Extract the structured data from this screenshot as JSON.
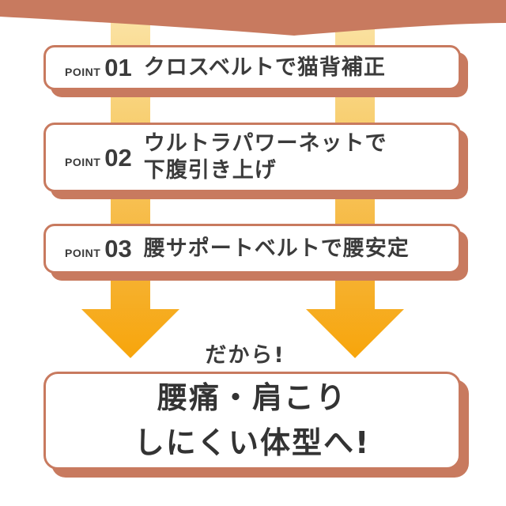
{
  "page": {
    "background": "#ffffff",
    "type": "product-benefit-infographic"
  },
  "colors": {
    "salmon": "#c87a5f",
    "text_dark": "#3b3b3b",
    "box_background": "#ffffff",
    "arrow_gradient_top": "#fbe4a8",
    "arrow_gradient_upper_mid": "#f8ce6f",
    "arrow_gradient_lower_mid": "#f6b53a",
    "arrow_gradient_bottom": "#f7a50b"
  },
  "icons": {
    "top_banner_shape": "salmon wave banner",
    "down_arrow_left": "down-arrow-icon",
    "down_arrow_right": "down-arrow-icon"
  },
  "points": [
    {
      "label": "POINT",
      "number": "01",
      "lines": [
        "クロスベルトで猫背補正"
      ]
    },
    {
      "label": "POINT",
      "number": "02",
      "lines": [
        "ウルトラパワーネットで",
        "下腹引き上げ"
      ]
    },
    {
      "label": "POINT",
      "number": "03",
      "lines": [
        "腰サポートベルトで腰安定"
      ]
    }
  ],
  "conclusion": {
    "lead": "だから!",
    "lines": [
      "腰痛・肩こり",
      "しにくい体型へ!"
    ]
  }
}
